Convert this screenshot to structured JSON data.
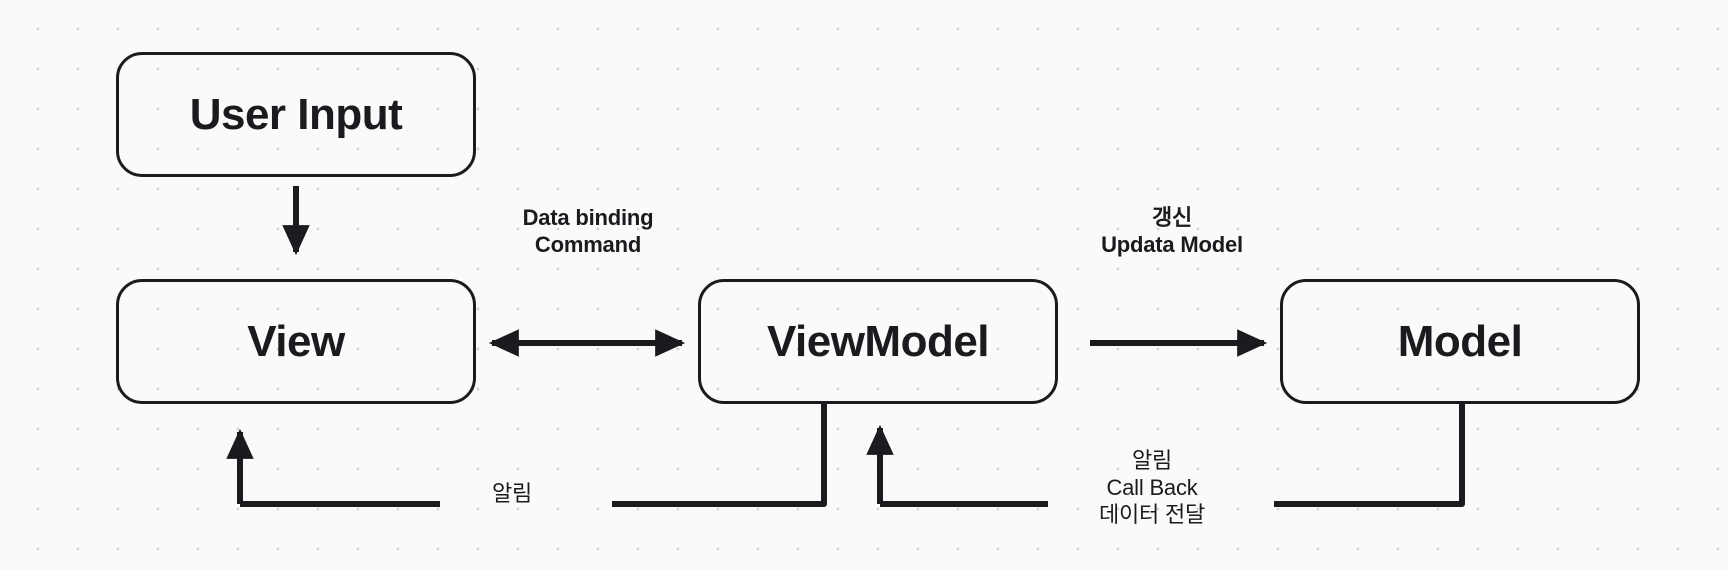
{
  "diagram": {
    "title": "MVVM architecture flow",
    "style": {
      "background": "#fafafa",
      "dot_color": "#d2d2d2",
      "stroke": "#1b1b1f",
      "text": "#1b1b1f"
    },
    "nodes": [
      {
        "id": "user-input",
        "label": "User Input"
      },
      {
        "id": "view",
        "label": "View"
      },
      {
        "id": "viewmodel",
        "label": "ViewModel"
      },
      {
        "id": "model",
        "label": "Model"
      }
    ],
    "edge_labels": [
      {
        "id": "data-binding",
        "text": "Data binding\nCommand",
        "weight": "bold"
      },
      {
        "id": "update-model",
        "text": "갱신\nUpdata Model",
        "weight": "bold"
      },
      {
        "id": "notify-view",
        "text": "알림",
        "weight": "normal"
      },
      {
        "id": "callback",
        "text": "알림\nCall Back\n데이터 전달",
        "weight": "normal"
      }
    ],
    "connectors": [
      {
        "id": "user-input-to-view",
        "kind": "arrow-down",
        "from": "user-input",
        "to": "view"
      },
      {
        "id": "view-to-viewmodel",
        "kind": "arrow-bidirectional",
        "from": "view",
        "to": "viewmodel"
      },
      {
        "id": "viewmodel-to-model",
        "kind": "arrow-right",
        "from": "viewmodel",
        "to": "model"
      },
      {
        "id": "viewmodel-to-view",
        "kind": "elbow-arrow-up",
        "from": "viewmodel",
        "to": "view"
      },
      {
        "id": "model-to-viewmodel",
        "kind": "elbow-arrow-up",
        "from": "model",
        "to": "viewmodel"
      }
    ]
  }
}
